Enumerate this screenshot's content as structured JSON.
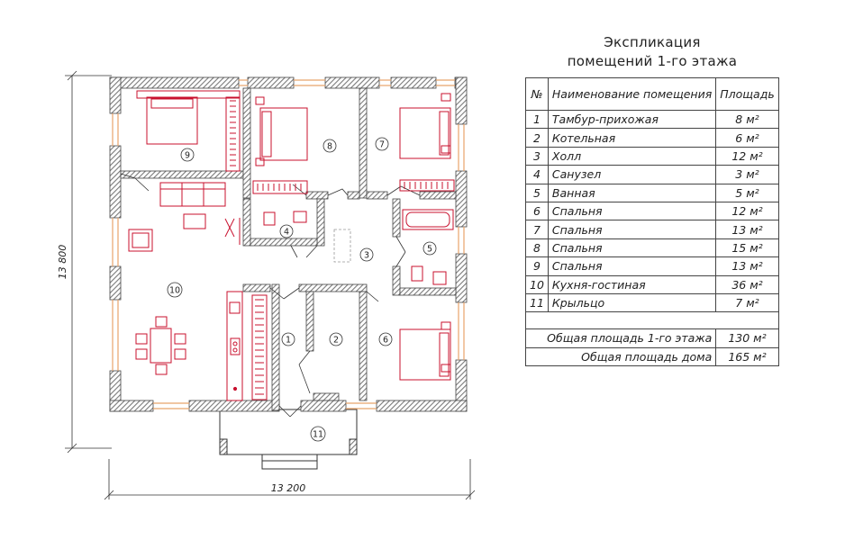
{
  "title": {
    "line1": "Экспликация",
    "line2": "помещений 1-го этажа"
  },
  "table": {
    "headers": {
      "num": "№",
      "name": "Наименование помещения",
      "area": "Площадь"
    },
    "rows": [
      {
        "num": "1",
        "name": "Тамбур-прихожая",
        "area": "8 м²"
      },
      {
        "num": "2",
        "name": "Котельная",
        "area": "6 м²"
      },
      {
        "num": "3",
        "name": "Холл",
        "area": "12 м²"
      },
      {
        "num": "4",
        "name": "Санузел",
        "area": "3 м²"
      },
      {
        "num": "5",
        "name": "Ванная",
        "area": "5 м²"
      },
      {
        "num": "6",
        "name": "Спальня",
        "area": "12 м²"
      },
      {
        "num": "7",
        "name": "Спальня",
        "area": "13 м²"
      },
      {
        "num": "8",
        "name": "Спальня",
        "area": "15 м²"
      },
      {
        "num": "9",
        "name": "Спальня",
        "area": "13 м²"
      },
      {
        "num": "10",
        "name": "Кухня-гостиная",
        "area": "36 м²"
      },
      {
        "num": "11",
        "name": "Крыльцо",
        "area": "7 м²"
      }
    ],
    "totals": [
      {
        "label": "Общая площадь 1-го этажа",
        "area": "130 м²"
      },
      {
        "label": "Общая площадь дома",
        "area": "165 м²"
      }
    ]
  },
  "plan": {
    "dim_width": "13 200",
    "dim_height": "13 800",
    "room_labels": [
      "1",
      "2",
      "3",
      "4",
      "5",
      "6",
      "7",
      "8",
      "9",
      "10",
      "11"
    ],
    "colors": {
      "wall": "#6e6e6e",
      "furniture": "#c8102e",
      "window": "#e8a36a",
      "line": "#333333"
    }
  }
}
